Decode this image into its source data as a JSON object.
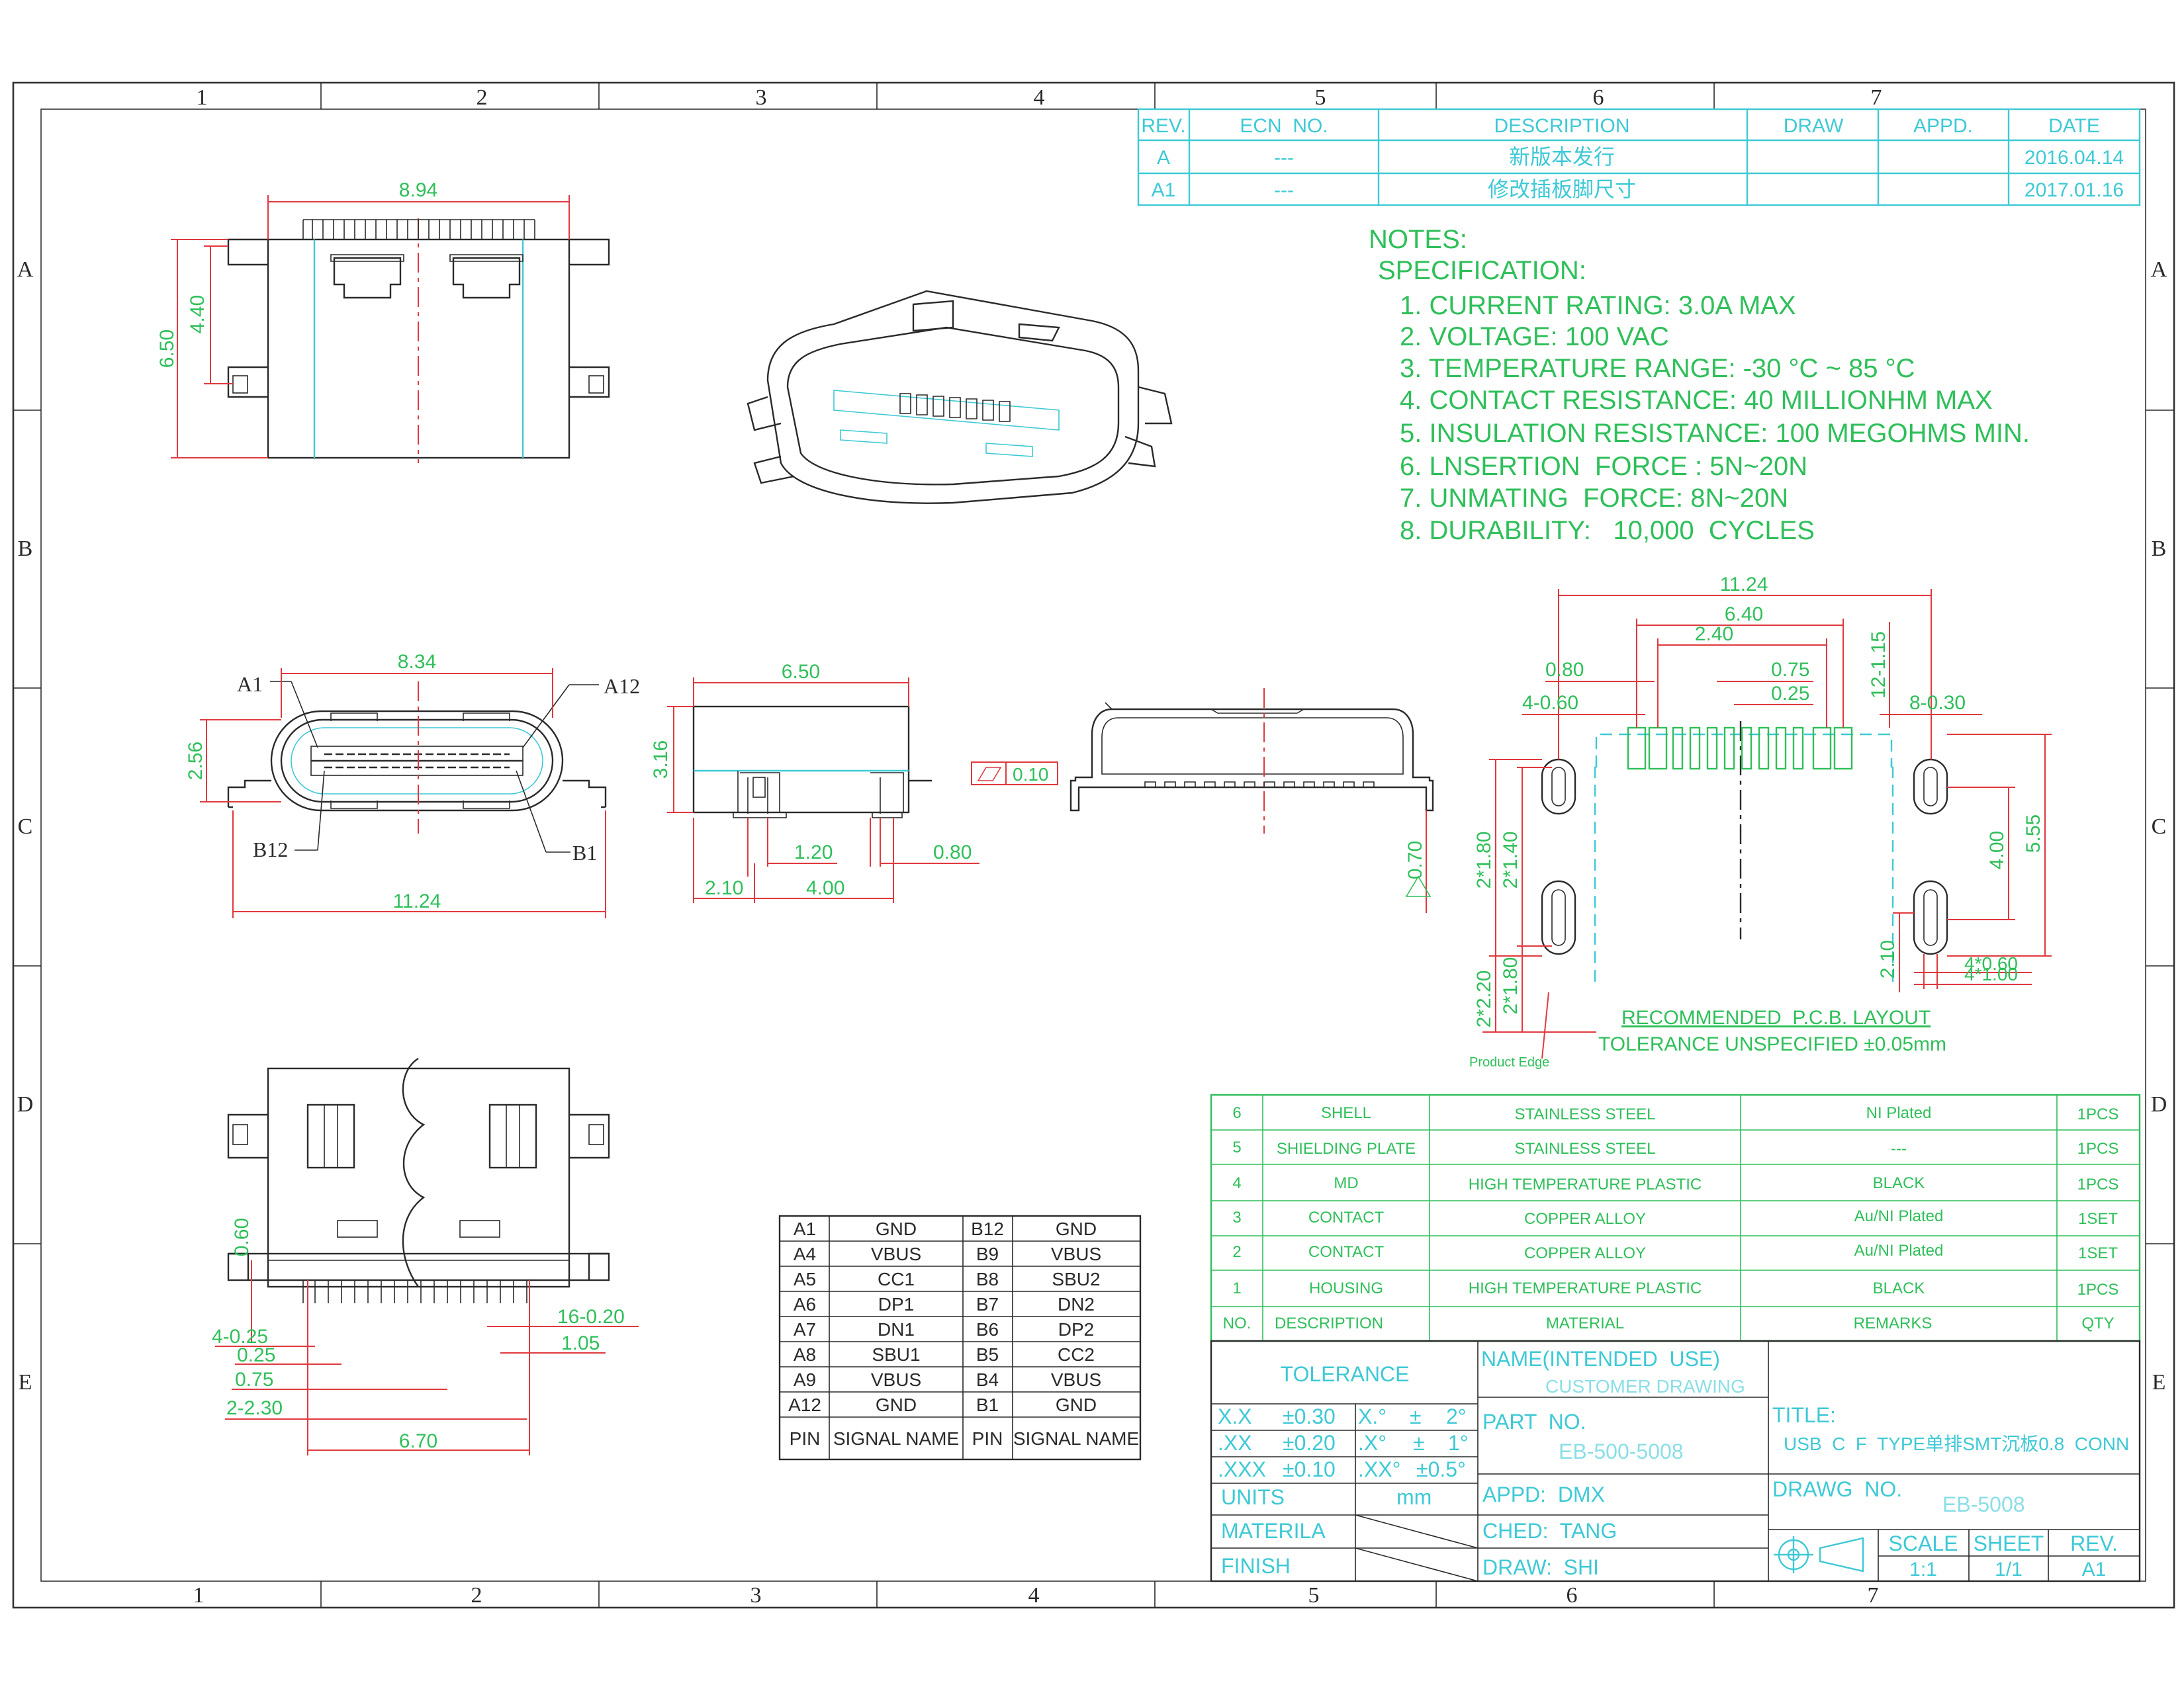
{
  "frame": {
    "columns": [
      "1",
      "2",
      "3",
      "4",
      "5",
      "6",
      "7"
    ],
    "rows": [
      "A",
      "B",
      "C",
      "D",
      "E"
    ]
  },
  "revision_table": {
    "headers": {
      "rev": "REV.",
      "ecn": "ECN  NO.",
      "description": "DESCRIPTION",
      "draw": "DRAW",
      "appd": "APPD.",
      "date": "DATE"
    },
    "rows": [
      {
        "rev": "A",
        "ecn": "---",
        "description": "新版本发行",
        "date": "2016.04.14"
      },
      {
        "rev": "A1",
        "ecn": "---",
        "description": "修改插板脚尺寸",
        "date": "2017.01.16"
      }
    ]
  },
  "notes": {
    "title": "NOTES:",
    "subtitle": "SPECIFICATION:",
    "items": [
      "1. CURRENT RATING: 3.0A MAX",
      "2. VOLTAGE: 100 VAC",
      "3. TEMPERATURE RANGE: -30 °C ~ 85 °C",
      "4. CONTACT RESISTANCE: 40 MILLIONHM MAX",
      "5. INSULATION RESISTANCE: 100 MEGOHMS MIN.",
      "6. LNSERTION  FORCE : 5N~20N",
      "7. UNMATING  FORCE: 8N~20N",
      "8. DURABILITY:   10,000  CYCLES"
    ]
  },
  "dimensions": {
    "top_width": "8.94",
    "top_h1": "6.50",
    "top_h2": "4.40",
    "front_width": "8.34",
    "front_total": "11.24",
    "front_height": "2.56",
    "label_a1": "A1",
    "label_a12": "A12",
    "label_b12": "B12",
    "label_b1": "B1",
    "side_width": "6.50",
    "side_height": "3.16",
    "side_d1": "1.20",
    "side_d2": "0.80",
    "side_d3": "2.10",
    "side_d4": "4.00",
    "flatness": "0.10",
    "rear_d1": "0.70",
    "bottom_d1": "0.60",
    "bottom_d2": "4-0.25",
    "bottom_d3": "0.25",
    "bottom_d4": "0.75",
    "bottom_d5": "2-2.30",
    "bottom_d6": "6.70",
    "bottom_d7": "16-0.20",
    "bottom_d8": "1.05",
    "pcb_w1": "11.24",
    "pcb_w2": "6.40",
    "pcb_w3": "2.40",
    "pcb_d1": "0.80",
    "pcb_d2": "4-0.60",
    "pcb_d3": "0.75",
    "pcb_d4": "0.25",
    "pcb_d5": "12-1.15",
    "pcb_d6": "8-0.30",
    "pcb_d7": "5.55",
    "pcb_d8": "4.00",
    "pcb_d9": "2*1.80",
    "pcb_d10": "2*1.40",
    "pcb_d11": "2*2.20",
    "pcb_d12": "2*1.80",
    "pcb_d13": "2.10",
    "pcb_d14": "4*0.60",
    "pcb_d15": "4*1.00",
    "product_edge": "Product Edge",
    "pcb_title": "RECOMMENDED  P.C.B. LAYOUT",
    "pcb_tolerance": "TOLERANCE UNSPECIFIED ±0.05mm"
  },
  "pin_table": {
    "rows": [
      [
        "A1",
        "GND",
        "B12",
        "GND"
      ],
      [
        "A4",
        "VBUS",
        "B9",
        "VBUS"
      ],
      [
        "A5",
        "CC1",
        "B8",
        "SBU2"
      ],
      [
        "A6",
        "DP1",
        "B7",
        "DN2"
      ],
      [
        "A7",
        "DN1",
        "B6",
        "DP2"
      ],
      [
        "A8",
        "SBU1",
        "B5",
        "CC2"
      ],
      [
        "A9",
        "VBUS",
        "B4",
        "VBUS"
      ],
      [
        "A12",
        "GND",
        "B1",
        "GND"
      ]
    ],
    "footer": [
      "PIN",
      "SIGNAL NAME",
      "PIN",
      "SIGNAL NAME"
    ]
  },
  "bom": {
    "rows": [
      [
        "6",
        "SHELL",
        "STAINLESS STEEL",
        "NI Plated",
        "1PCS"
      ],
      [
        "5",
        "SHIELDING PLATE",
        "STAINLESS STEEL",
        "---",
        "1PCS"
      ],
      [
        "4",
        "MD",
        "HIGH TEMPERATURE PLASTIC",
        "BLACK",
        "1PCS"
      ],
      [
        "3",
        "CONTACT",
        "COPPER ALLOY",
        "Au/NI Plated",
        "1SET"
      ],
      [
        "2",
        "CONTACT",
        "COPPER ALLOY",
        "Au/NI Plated",
        "1SET"
      ],
      [
        "1",
        "HOUSING",
        "HIGH TEMPERATURE PLASTIC",
        "BLACK",
        "1PCS"
      ]
    ],
    "header": [
      "NO.",
      "DESCRIPTION",
      "MATERIAL",
      "REMARKS",
      "QTY"
    ]
  },
  "title_block": {
    "tolerance": "TOLERANCE",
    "tol_rows": [
      [
        "X.X",
        "±0.30",
        "X.°",
        "±",
        "2°"
      ],
      [
        ".XX",
        "±0.20",
        ".X°",
        "±",
        "1°"
      ],
      [
        ".XXX",
        "±0.10",
        ".XX°",
        "±0.5°"
      ]
    ],
    "units_label": "UNITS",
    "units_value": "mm",
    "materila": "MATERILA",
    "finish": "FINISH",
    "name_label": "NAME(INTENDED  USE)",
    "name_value": "CUSTOMER DRAWING",
    "part_label": "PART  NO.",
    "part_value": "EB-500-5008",
    "appd": "APPD:  DMX",
    "ched": "CHED:  TANG",
    "draw": "DRAW:  SHI",
    "title_label": "TITLE:",
    "title_value": "USB  C  F  TYPE单排SMT沉板0.8  CONN",
    "drawg_label": "DRAWG  NO.",
    "drawg_value": "EB-5008",
    "scale_label": "SCALE",
    "scale_value": "1:1",
    "sheet_label": "SHEET",
    "sheet_value": "1/1",
    "rev_label": "REV.",
    "rev_value": "A1"
  },
  "colors": {
    "primary": "#2fbf5a",
    "accent": "#3ec9d6",
    "dimension": "#e0393e",
    "body": "#2a2a2a"
  }
}
